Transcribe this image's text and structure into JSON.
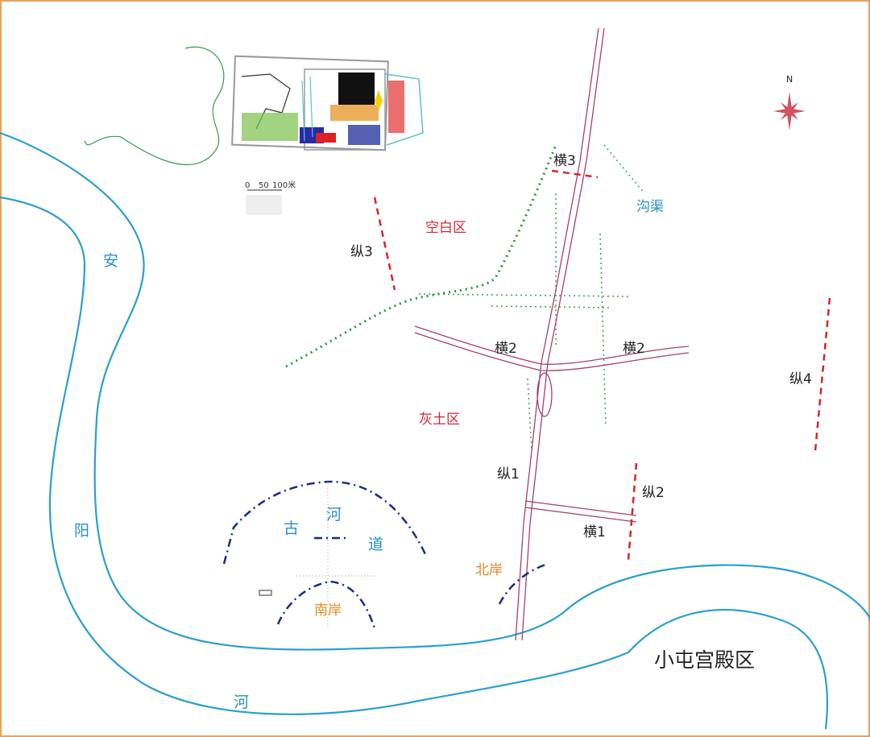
{
  "colors": {
    "border": "#e8a060",
    "river": "#2a9fd0",
    "road": "#a8406e",
    "trench": "#d8232a",
    "ditch_dots": "#1e9a3a",
    "ancient_river": "#1c2a8a",
    "label_red": "#d02838",
    "label_blue": "#2a8fc8",
    "label_orange": "#e08a20",
    "label_dark": "#222222"
  },
  "compass": {
    "north": "N"
  },
  "scale_bar": {
    "zero": "0",
    "mid": "50",
    "end": "100米"
  },
  "labels": {
    "heng3": "横3",
    "gouqu": "沟渠",
    "kongbaiqu": "空白区",
    "zong3": "纵3",
    "heng2_left": "横2",
    "heng2_right": "横2",
    "zong4": "纵4",
    "huituqu": "灰土区",
    "zong1": "纵1",
    "zong2": "纵2",
    "heng1": "横1",
    "gu": "古",
    "he_ancient": "河",
    "dao": "道",
    "beian": "北岸",
    "nanan": "南岸",
    "an": "安",
    "yang": "阳",
    "he_river": "河",
    "xiaotun": "小屯宫殿区"
  }
}
